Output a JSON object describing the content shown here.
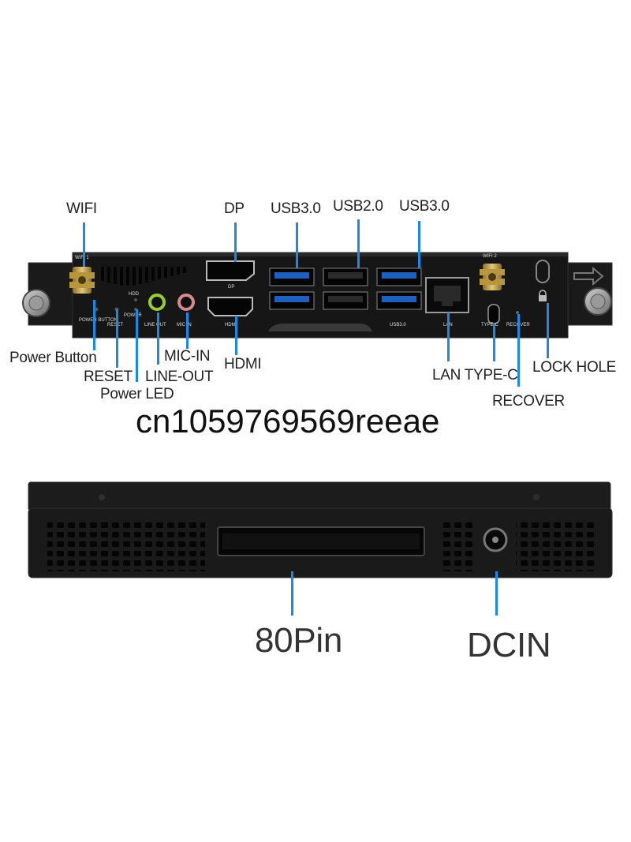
{
  "labels": {
    "wifi": "WIFI",
    "dp": "DP",
    "usb30_a": "USB3.0",
    "usb20": "USB2.0",
    "usb30_b": "USB3.0",
    "power_button": "Power Button",
    "reset": "RESET",
    "power_led": "Power LED",
    "line_out": "LINE-OUT",
    "mic_in": "MIC-IN",
    "hdmi": "HDMI",
    "lan_typec": "LAN TYPE-C",
    "recover": "RECOVER",
    "lock_hole": "LOCK HOLE",
    "pin80": "80Pin",
    "dcin": "DCIN"
  },
  "panel_text": {
    "wifi1": "WIFI 1",
    "wifi2": "WIFI 2",
    "hdd": "HDD",
    "power": "POWER",
    "power_button": "POWER BUTTON",
    "reset": "RESET",
    "line_out": "LINE OUT",
    "mic_in": "MIC IN",
    "dp": "DP",
    "hdmi": "HDMI",
    "usb30": "USB3.0",
    "lan": "LAN",
    "type_c": "TYPE-C",
    "recover": "RECOVER"
  },
  "watermark": "cn1059769569reeae",
  "colors": {
    "pointer": "#1e88e5",
    "device_body": "#161616",
    "usb3_port": "#1f5fbf",
    "line_out_jack": "#9acd32",
    "mic_in_jack": "#d88a8a",
    "antenna_gold": "#c9a84c"
  }
}
